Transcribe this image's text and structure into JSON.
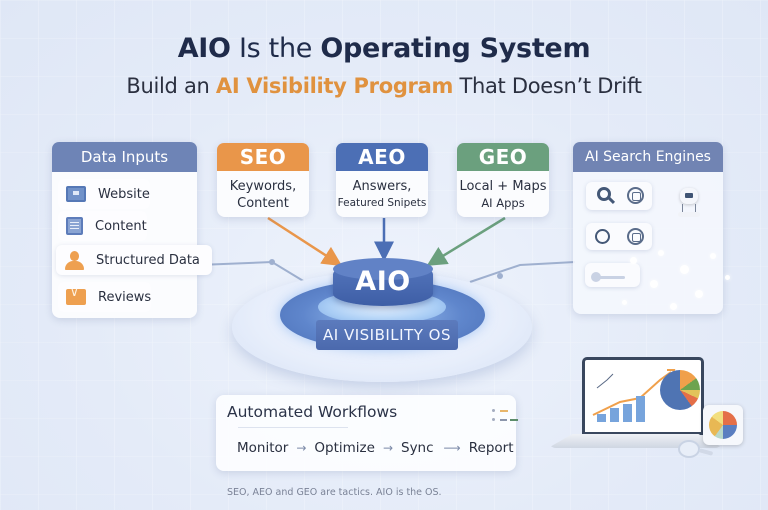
{
  "header": {
    "title_part1": "AIO",
    "title_part2": " Is the ",
    "title_part3": "Operating System",
    "subtitle_part1": "Build an ",
    "subtitle_highlight": "AI Visibility Program",
    "subtitle_part2": " That Doesn’t Drift"
  },
  "data_inputs": {
    "title": "Data Inputs",
    "items": [
      {
        "label": "Website",
        "icon": "website-icon"
      },
      {
        "label": "Content",
        "icon": "document-icon"
      },
      {
        "label": "Structured Data",
        "icon": "person-icon"
      },
      {
        "label": "Reviews",
        "icon": "envelope-icon"
      }
    ]
  },
  "tactics": [
    {
      "name": "SEO",
      "line1": "Keywords,",
      "line2": "Content",
      "color": "#e9964a"
    },
    {
      "name": "AEO",
      "line1": "Answers,",
      "line2": "Featured Snipets",
      "color": "#4c6fb5"
    },
    {
      "name": "GEO",
      "line1": "Local + Maps",
      "line2": "AI Apps",
      "color": "#6ba07e"
    }
  ],
  "engines": {
    "title": "AI Search Engines",
    "icons": [
      "search-icon",
      "camera-lens-icon",
      "circle-icon",
      "camera-lens-icon",
      "slider-icon",
      "robot-icon"
    ]
  },
  "core": {
    "label": "AIO",
    "band": "AI VISIBILITY OS"
  },
  "workflows": {
    "title": "Automated Workflows",
    "steps": [
      "Monitor",
      "Optimize",
      "Sync",
      "Report"
    ],
    "arrow": "→",
    "long_arrow": "⟶"
  },
  "footnote": "SEO, AEO and GEO are tactics. AIO is the OS.",
  "colors": {
    "navy": "#1f2b4a",
    "accent_orange": "#e0923f",
    "header_blue": "#6e84b6",
    "core_blue": "#4b69ad"
  }
}
